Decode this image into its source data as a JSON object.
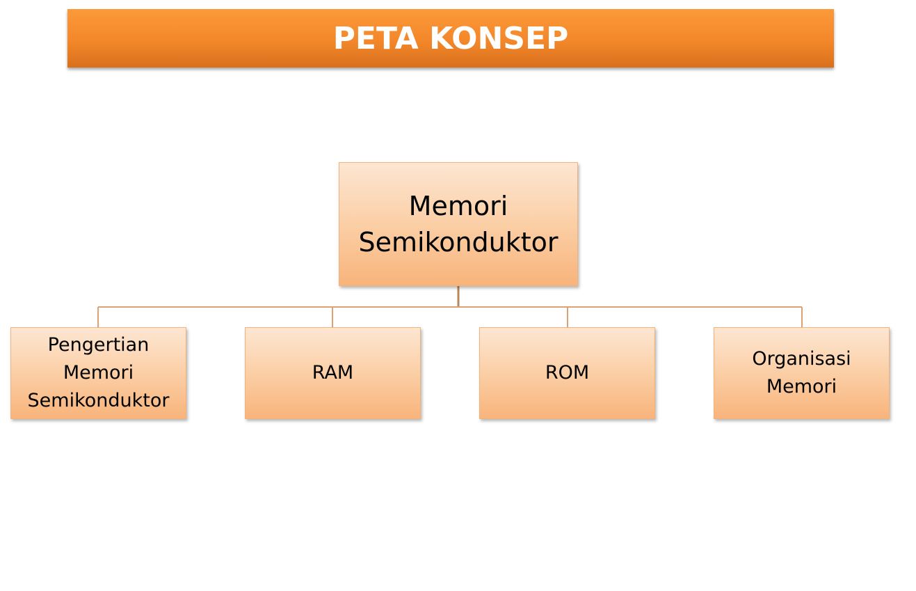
{
  "header": {
    "title": "PETA KONSEP"
  },
  "diagram": {
    "root": {
      "label": "Memori\nSemikonduktor"
    },
    "children": [
      {
        "label": "Pengertian\nMemori\nSemikonduktor"
      },
      {
        "label": "RAM"
      },
      {
        "label": "ROM"
      },
      {
        "label": "Organisasi\nMemori"
      }
    ]
  },
  "colors": {
    "banner": "#f3872a",
    "node_fill_top": "#fde6d2",
    "node_fill_bottom": "#f8b47b",
    "node_border": "#f2b27a",
    "connector": "#e0a070"
  }
}
